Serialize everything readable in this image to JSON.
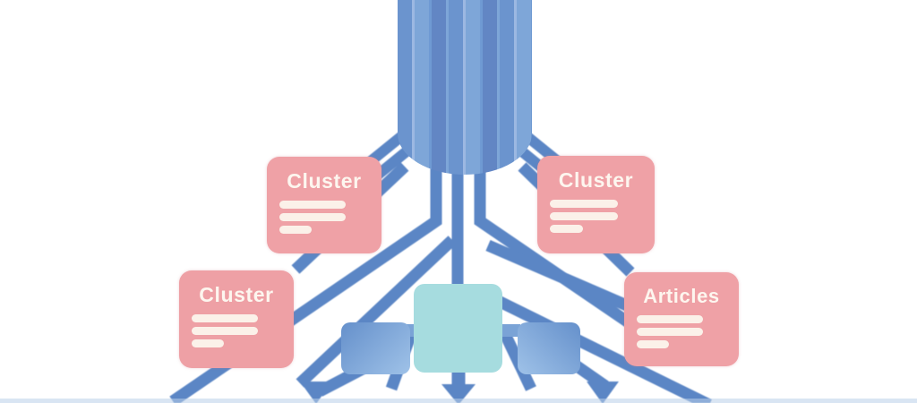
{
  "diagram": {
    "type": "flow-diagram",
    "description": "Striped pipeline column fanning out through blue connector lines to topic cards, a central hub box with two side boxes, and three downward arrows",
    "colors": {
      "background": "#ffffff",
      "connector": "#5b86c5",
      "column_stripe_dark": "#6286c4",
      "column_stripe_light": "#7ea6d8",
      "card_pink": "#efa1a6",
      "card_text": "#fdf6ef",
      "hub_teal": "#a6dcdf",
      "side_box_blue_dark": "#6590cb",
      "side_box_blue_light": "#9fc2e8"
    },
    "cards": [
      {
        "label": "Cluster",
        "position": "top-left",
        "color": "#efa1a6"
      },
      {
        "label": "Cluster",
        "position": "top-right",
        "color": "#efa1a6"
      },
      {
        "label": "Cluster",
        "position": "bottom-left",
        "color": "#eea0a5"
      },
      {
        "label": "Articles",
        "position": "bottom-right",
        "color": "#efa1a6"
      }
    ],
    "arrows": {
      "count": 3,
      "direction": "down"
    }
  }
}
